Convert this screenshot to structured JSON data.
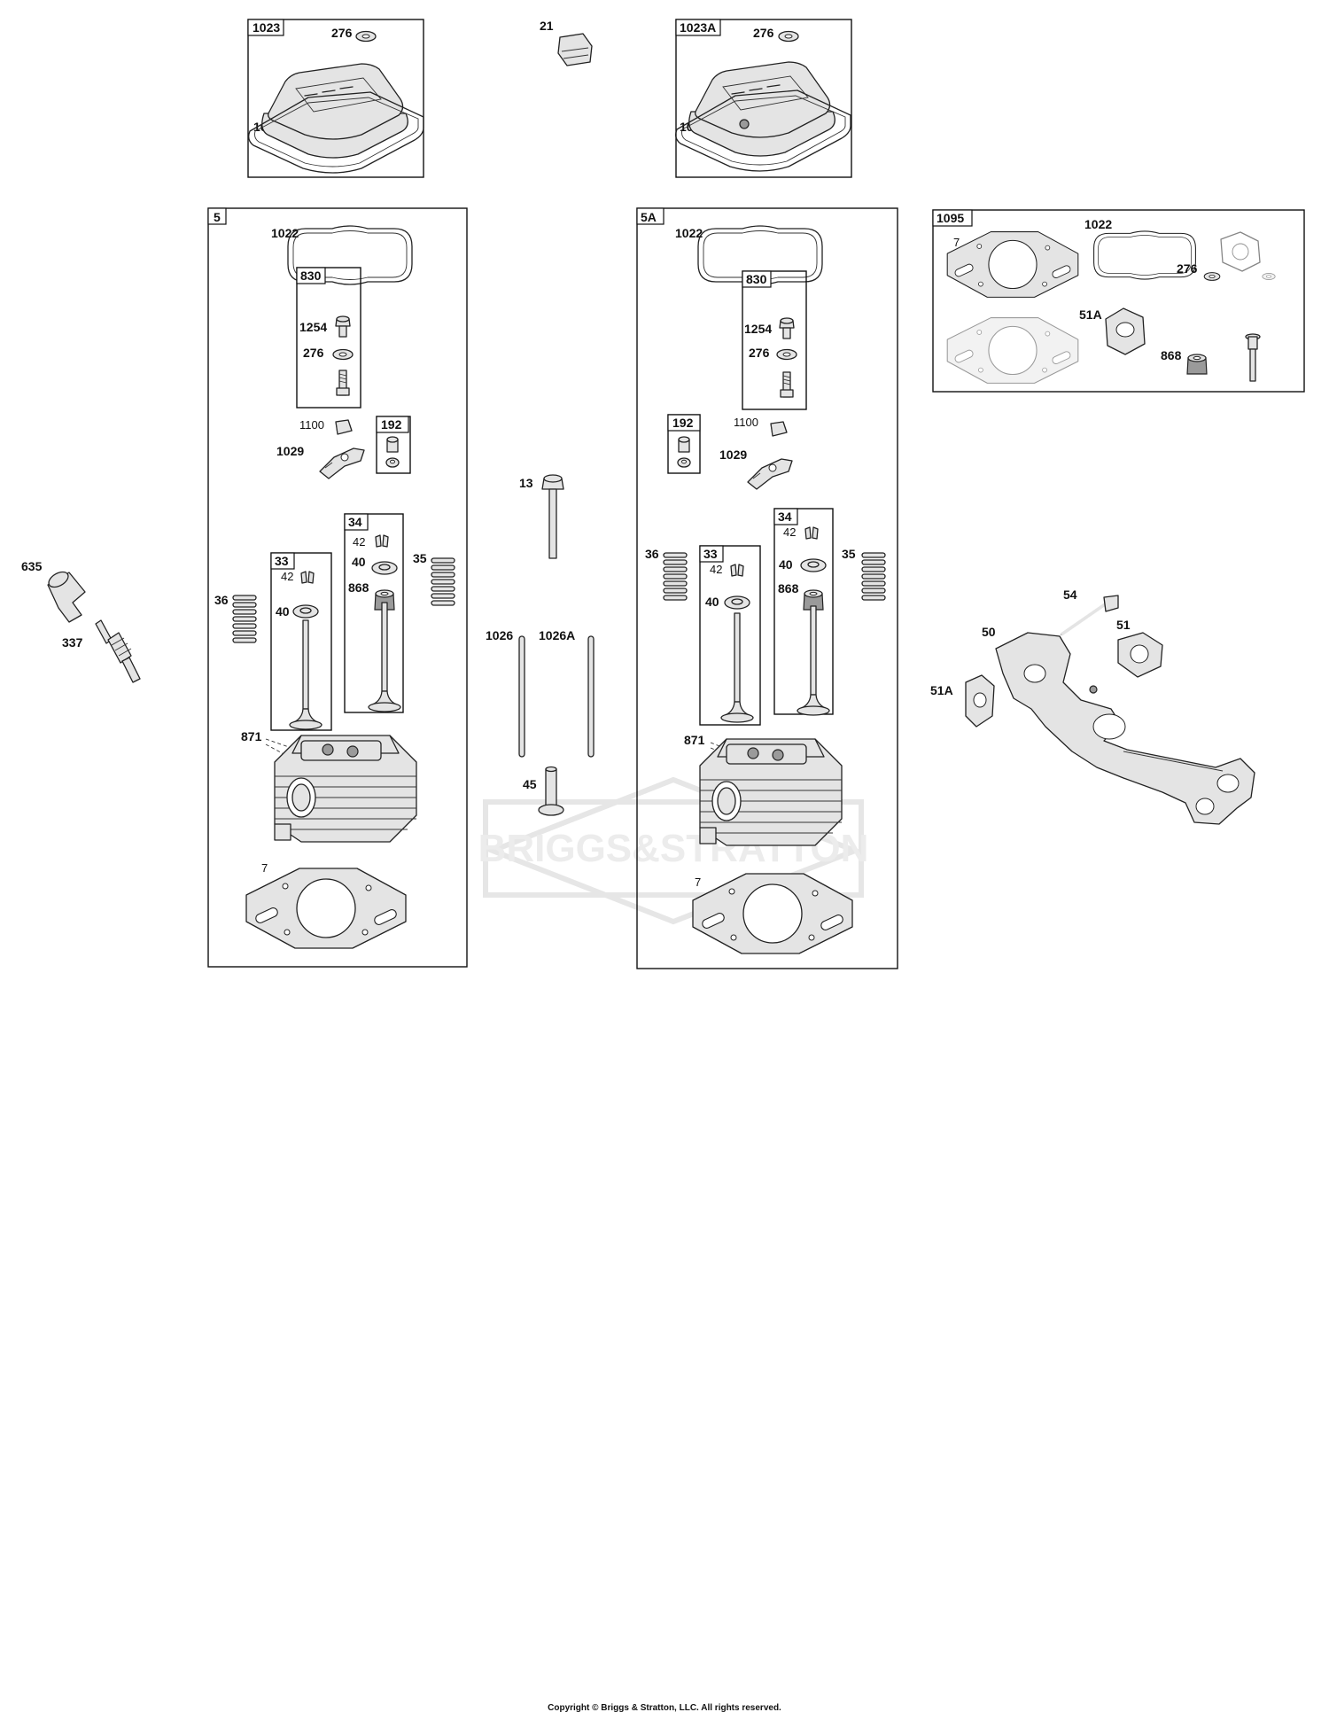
{
  "watermark": "BRIGGS&STRATTON",
  "copyright": "Copyright © Briggs & Stratton, LLC. All rights reserved.",
  "kits": {
    "k1023": "1023",
    "k1023A": "1023A",
    "k5": "5",
    "k5A": "5A",
    "k1095": "1095",
    "k830": "830",
    "k192": "192",
    "k33": "33",
    "k34": "34"
  },
  "parts": {
    "p7": "7",
    "p13": "13",
    "p21": "21",
    "p35": "35",
    "p36": "36",
    "p40": "40",
    "p42": "42",
    "p45": "45",
    "p50": "50",
    "p51": "51",
    "p51A": "51A",
    "p54": "54",
    "p276": "276",
    "p337": "337",
    "p635": "635",
    "p868": "868",
    "p871": "871",
    "p1022": "1022",
    "p1026": "1026",
    "p1026A": "1026A",
    "p1029": "1029",
    "p1100": "1100",
    "p1254": "1254"
  }
}
